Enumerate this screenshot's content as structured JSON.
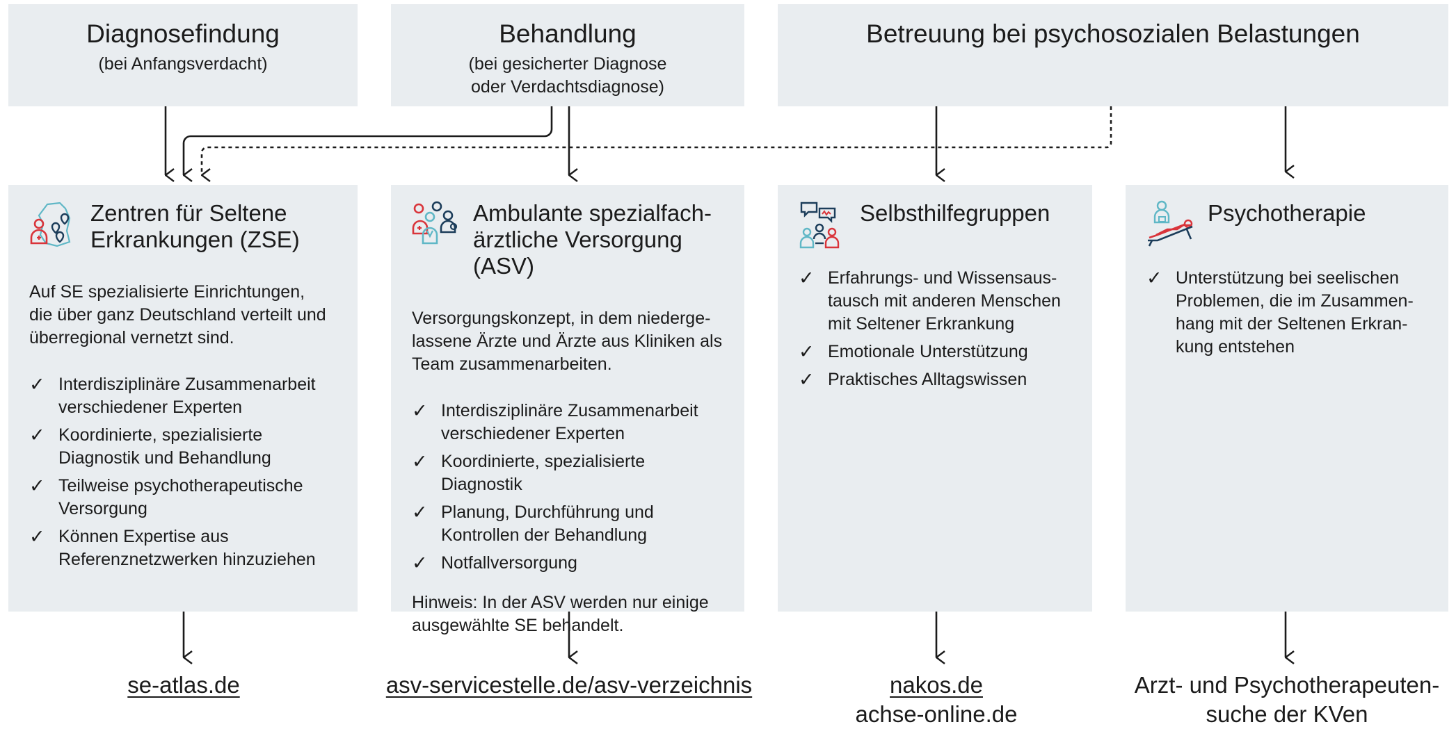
{
  "headers": [
    {
      "title": "Diagnosefindung",
      "subtitle": "(bei Anfangsverdacht)"
    },
    {
      "title": "Behandlung",
      "subtitle_line1": "(bei gesicherter Diagnose",
      "subtitle_line2": "oder Verdachtsdiagnose)"
    },
    {
      "title": "Betreuung bei psychosozialen Belastungen"
    }
  ],
  "cards": [
    {
      "title_line1": "Zentren für Seltene",
      "title_line2": "Erkrankungen (ZSE)",
      "icon": "hospital-map-icon",
      "desc_line1": "Auf SE spezialisierte Einrichtungen,",
      "desc_line2": "die über ganz Deutschland verteilt und",
      "desc_line3": "überregional vernetzt sind.",
      "checks": [
        {
          "l1": "Interdisziplinäre Zusammenarbeit",
          "l2": "verschiedener Experten"
        },
        {
          "l1": "Koordinierte, spezialisierte",
          "l2": "Diagnostik und Behandlung"
        },
        {
          "l1": "Teilweise psychotherapeutische",
          "l2": "Versorgung"
        },
        {
          "l1": "Können Expertise aus",
          "l2": "Referenznetzwerken hinzuziehen"
        }
      ]
    },
    {
      "title_line1": "Ambulante spezialfach-",
      "title_line2": "ärztliche Versorgung (ASV)",
      "icon": "medical-team-icon",
      "desc_line1": "Versorgungskonzept, in dem niederge-",
      "desc_line2": "lassene Ärzte und Ärzte aus Kliniken als",
      "desc_line3": "Team zusammenarbeiten.",
      "checks": [
        {
          "l1": "Interdisziplinäre Zusammenarbeit",
          "l2": "verschiedener Experten"
        },
        {
          "l1": "Koordinierte, spezialisierte",
          "l2": "Diagnostik"
        },
        {
          "l1": "Planung, Durchführung und",
          "l2": "Kontrollen der Behandlung"
        },
        {
          "l1": "Notfallversorgung",
          "l2": ""
        }
      ],
      "note_line1": "Hinweis: In der ASV werden nur einige",
      "note_line2": "ausgewählte SE behandelt."
    },
    {
      "title_line1": "Selbsthilfegruppen",
      "icon": "support-group-icon",
      "checks": [
        {
          "l1": "Erfahrungs- und Wissensaus-",
          "l2": "tausch mit anderen Menschen",
          "l3": "mit Seltener Erkrankung"
        },
        {
          "l1": "Emotionale Unterstützung",
          "l2": "",
          "l3": ""
        },
        {
          "l1": "Praktisches Alltagswissen",
          "l2": "",
          "l3": ""
        }
      ]
    },
    {
      "title_line1": "Psychotherapie",
      "icon": "therapy-couch-icon",
      "checks": [
        {
          "l1": "Unterstützung bei seelischen",
          "l2": "Problemen, die im Zusammen-",
          "l3": "hang mit der Seltenen Erkran-",
          "l4": "kung entstehen"
        }
      ]
    }
  ],
  "links": {
    "zse": "se-atlas.de",
    "asv": "asv-servicestelle.de/asv-verzeichnis",
    "shg1": "nakos.de",
    "shg2": "achse-online.de",
    "pt1": "Arzt- und Psychotherapeuten-",
    "pt2": "suche der KVen"
  },
  "colors": {
    "box_bg": "#e9edf0",
    "icon_red": "#d9343a",
    "icon_blue": "#1c3d5a",
    "icon_teal": "#5fb7c6",
    "line": "#1b1b1b"
  }
}
